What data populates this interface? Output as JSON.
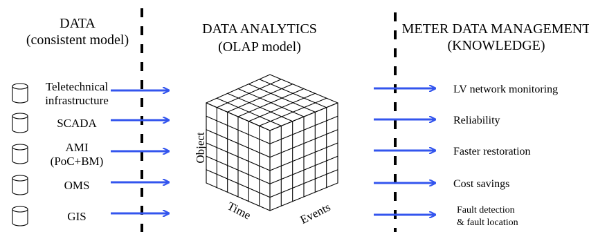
{
  "columns": {
    "left": {
      "title": "DATA",
      "subtitle": "(consistent model)"
    },
    "middle": {
      "title": "DATA ANALYTICS",
      "subtitle": "(OLAP  model)"
    },
    "right": {
      "title": "METER DATA MANAGEMENT",
      "subtitle": "(KNOWLEDGE)"
    }
  },
  "sources": [
    {
      "lines": [
        "Teletechnical",
        "infrastructure"
      ],
      "icon": "database-icon"
    },
    {
      "lines": [
        "SCADA"
      ],
      "icon": "database-icon"
    },
    {
      "lines": [
        "AMI",
        "(PoC+BM)"
      ],
      "icon": "database-icon"
    },
    {
      "lines": [
        "OMS"
      ],
      "icon": "database-icon"
    },
    {
      "lines": [
        "GIS"
      ],
      "icon": "database-icon"
    }
  ],
  "cube": {
    "axes": {
      "vertical": "Object",
      "left": "Time",
      "right": "Events"
    },
    "divisions": 6
  },
  "outcomes": [
    {
      "lines": [
        "LV network monitoring"
      ]
    },
    {
      "lines": [
        "Reliability"
      ]
    },
    {
      "lines": [
        "Faster restoration"
      ]
    },
    {
      "lines": [
        "Cost savings"
      ]
    },
    {
      "lines": [
        "Fault detection",
        "& fault location"
      ]
    }
  ],
  "colors": {
    "arrow": "#3355ee",
    "line": "#000000"
  }
}
